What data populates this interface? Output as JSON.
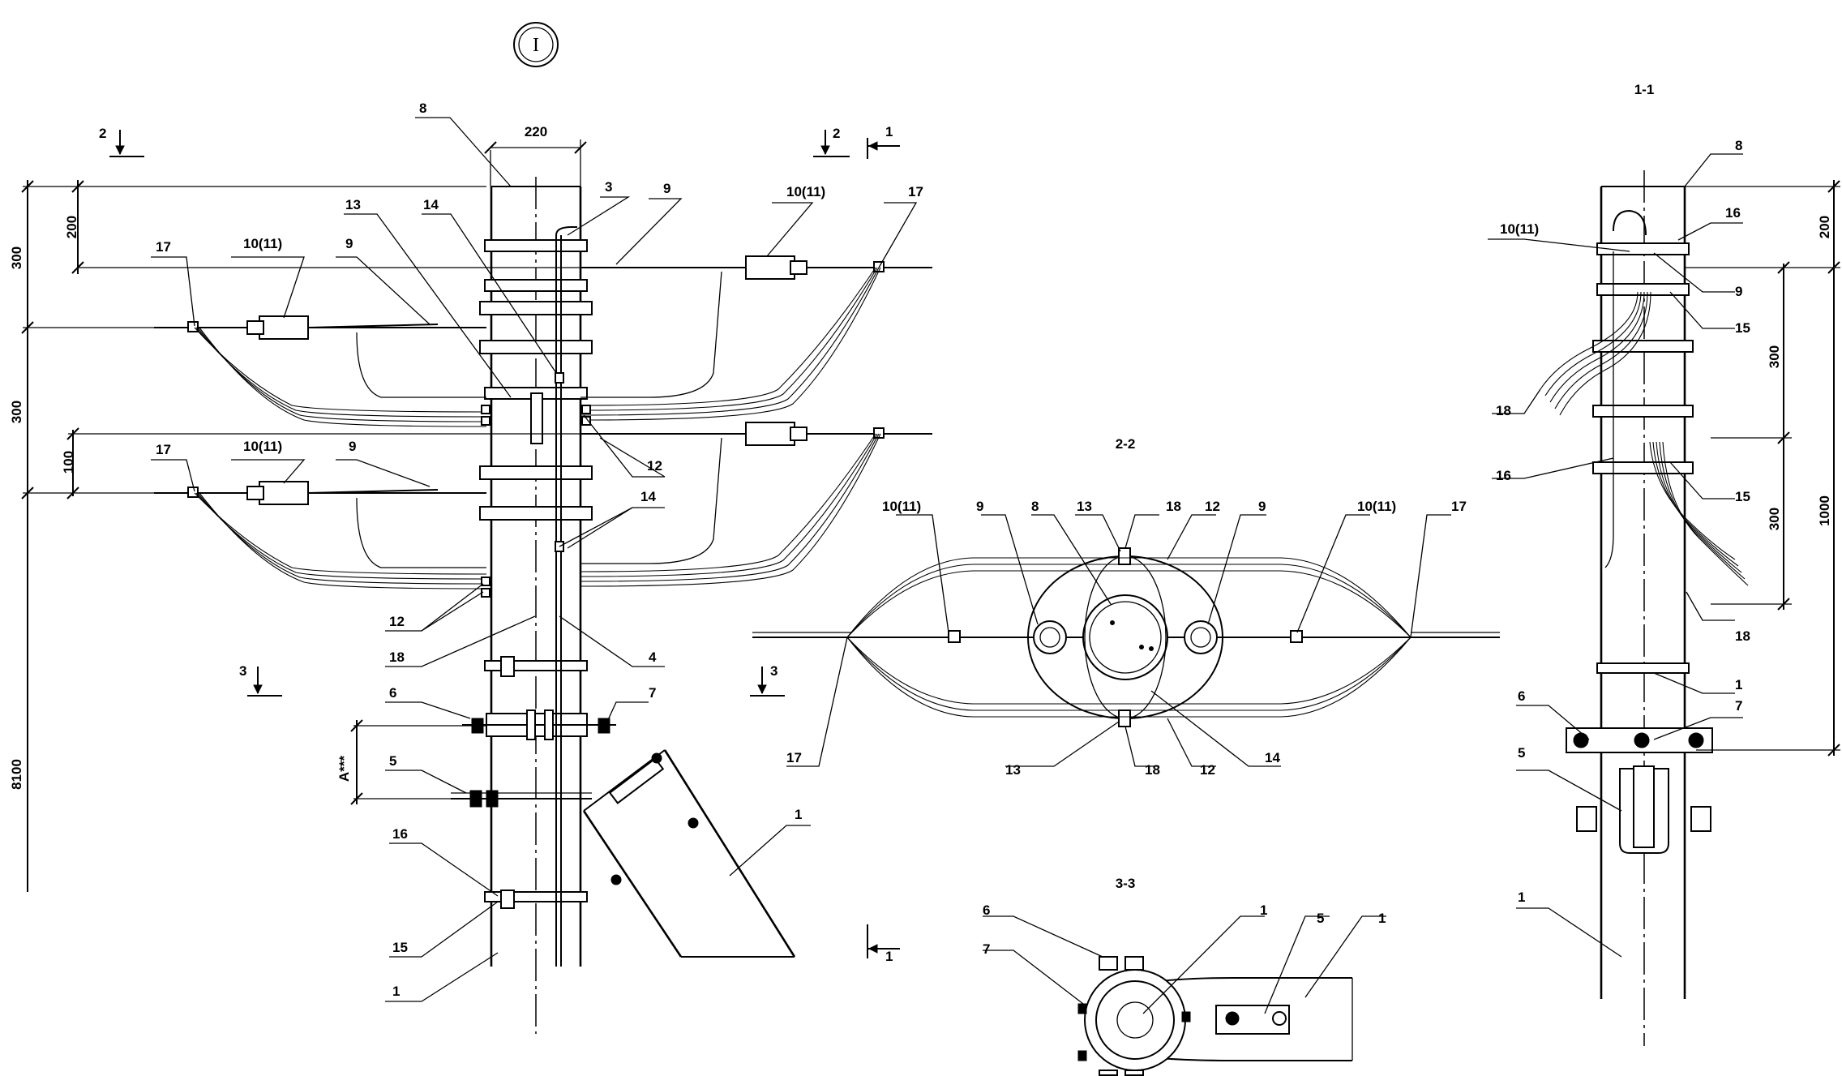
{
  "sheet": {
    "view_marker": "I",
    "section_titles": {
      "s11": "1-1",
      "s22": "2-2",
      "s33": "3-3"
    },
    "section_marks": {
      "m1": "1",
      "m2": "2",
      "m3": "3"
    }
  },
  "main_view": {
    "dims": {
      "width": "220",
      "d200": "200",
      "d300a": "300",
      "d300b": "300",
      "d100": "100",
      "d8100": "8100",
      "dA": "A***"
    },
    "labels": {
      "l8": "8",
      "l3": "3",
      "l9a": "9",
      "l10a": "10(11)",
      "l17a": "17",
      "l13": "13",
      "l14a": "14",
      "l17b": "17",
      "l10b": "10(11)",
      "l9b": "9",
      "l12a": "12",
      "l14b": "14",
      "l17c": "17",
      "l10c": "10(11)",
      "l9c": "9",
      "l12b": "12",
      "l18": "18",
      "l4": "4",
      "l6": "6",
      "l7": "7",
      "l5": "5",
      "l1a": "1",
      "l16": "16",
      "l15": "15",
      "l1b": "1"
    }
  },
  "section_22": {
    "labels": {
      "l10a": "10(11)",
      "l9a": "9",
      "l8": "8",
      "l13a": "13",
      "l18a": "18",
      "l12a": "12",
      "l9b": "9",
      "l10b": "10(11)",
      "l17a": "17",
      "l17b": "17",
      "l13b": "13",
      "l18b": "18",
      "l12b": "12",
      "l14": "14"
    }
  },
  "section_33": {
    "labels": {
      "l6": "6",
      "l7": "7",
      "l1a": "1",
      "l5": "5",
      "l1b": "1"
    }
  },
  "section_11": {
    "dims": {
      "d200": "200",
      "d300a": "300",
      "d300b": "300",
      "d1000": "1000"
    },
    "labels": {
      "l8": "8",
      "l16a": "16",
      "l10": "10(11)",
      "l9": "9",
      "l15a": "15",
      "l18a": "18",
      "l16b": "16",
      "l15b": "15",
      "l18b": "18",
      "l1a": "1",
      "l6": "6",
      "l7": "7",
      "l5": "5",
      "l1b": "1"
    }
  }
}
